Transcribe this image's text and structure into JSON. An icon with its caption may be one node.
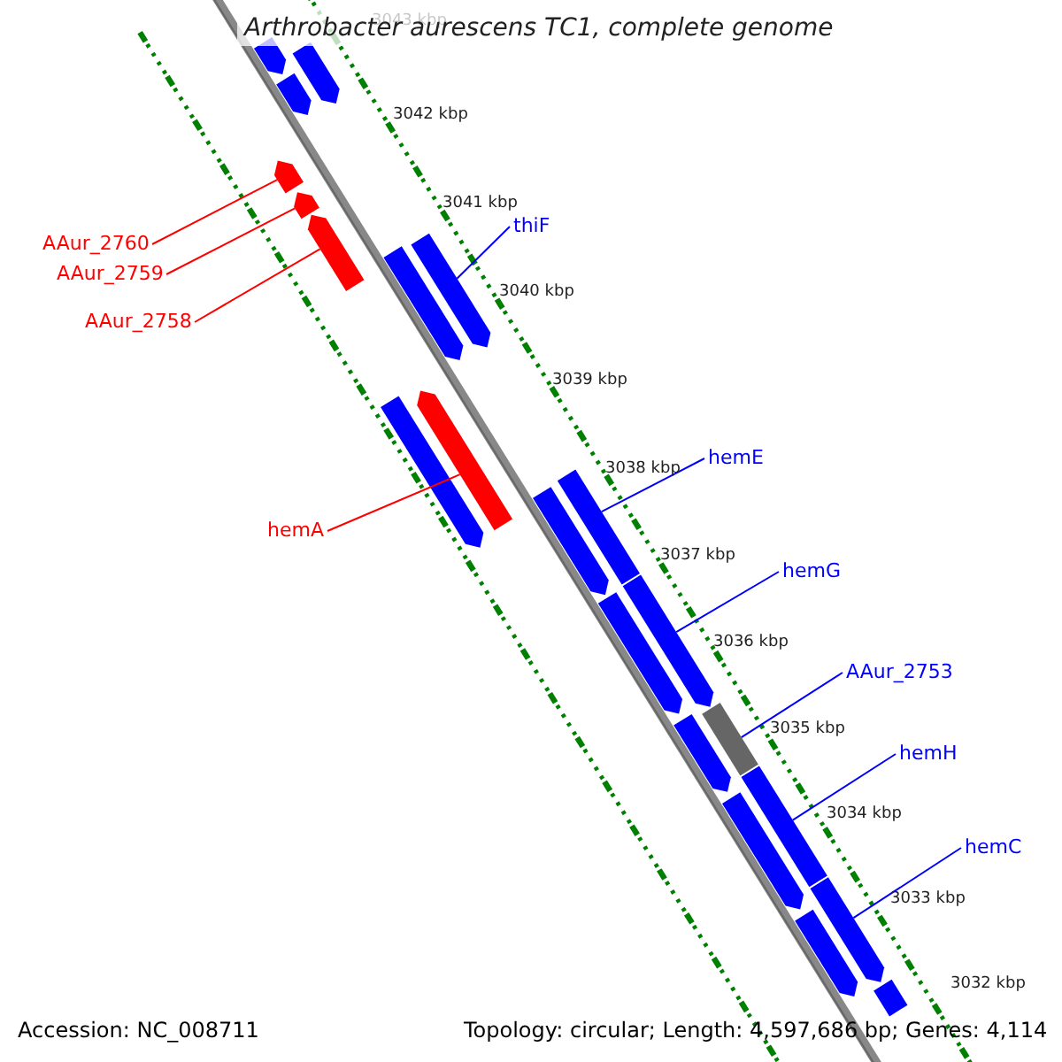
{
  "diagram": {
    "title": "Arthrobacter aurescens TC1, complete genome",
    "nodes": [
      {
        "text": [
          "AAur_2760"
        ]
      },
      {
        "text": [
          "AAur_2759"
        ]
      },
      {
        "text": [
          "AAur_2758"
        ]
      },
      {
        "text": [
          "thiF"
        ]
      },
      {
        "text": [
          "hemA"
        ]
      },
      {
        "text": [
          "hemE"
        ]
      },
      {
        "text": [
          "hemG"
        ]
      },
      {
        "text": [
          "AAur_2753"
        ]
      },
      {
        "text": [
          "hemH"
        ]
      },
      {
        "text": [
          "hemC"
        ]
      },
      {
        "text": [],
        "shape": "bar"
      },
      {
        "text": [],
        "shape": "bar"
      },
      {
        "text": [],
        "shape": "bar"
      },
      {
        "text": [],
        "shape": "bar"
      },
      {
        "text": [],
        "shape": "bar"
      },
      {
        "text": [],
        "shape": "bar"
      },
      {
        "text": [],
        "shape": "bar"
      },
      {
        "text": [],
        "shape": "bar"
      },
      {
        "text": [],
        "shape": "bar"
      },
      {
        "text": [],
        "shape": "bar"
      },
      {
        "text": [],
        "shape": "bar"
      },
      {
        "text": [],
        "shape": "bar"
      },
      {
        "text": [],
        "shape": "bar"
      },
      {
        "text": [],
        "shape": "bar"
      },
      {
        "text": [],
        "shape": "bar"
      },
      {
        "text": [],
        "shape": "bar"
      },
      {
        "text": [],
        "shape": "bar"
      },
      {
        "text": [],
        "shape": "bar"
      },
      {
        "text": [],
        "shape": "bar"
      },
      {
        "text": [],
        "shape": "bar"
      },
      {
        "text": [],
        "shape": "bar"
      }
    ],
    "edges": [
      {
        "from": 0,
        "to": 10,
        "arrow": "none",
        "color": "#ff0000"
      },
      {
        "from": 1,
        "to": 11,
        "arrow": "none",
        "color": "#ff0000"
      },
      {
        "from": 2,
        "to": 12,
        "arrow": "none",
        "color": "#ff0000"
      },
      {
        "from": 3,
        "to": 13,
        "arrow": "none"
      },
      {
        "from": 4,
        "to": 14,
        "arrow": "none",
        "color": "#ff0000"
      },
      {
        "from": 5,
        "to": 15,
        "arrow": "none"
      },
      {
        "from": 6,
        "to": 16,
        "arrow": "none"
      },
      {
        "from": 7,
        "to": 17,
        "arrow": "none"
      },
      {
        "from": 8,
        "to": 18,
        "arrow": "none"
      },
      {
        "from": 9,
        "to": 19,
        "arrow": "none"
      }
    ],
    "labels": [
      "3043 kbp",
      "3042 kbp",
      "3041 kbp",
      "3040 kbp",
      "3039 kbp",
      "3038 kbp",
      "3037 kbp",
      "3036 kbp",
      "3035 kbp",
      "3034 kbp",
      "3033 kbp",
      "3032 kbp",
      "Accession: NC_008711",
      "Topology: circular; Length: 4,597,686 bp; Genes: 4,114"
    ]
  }
}
